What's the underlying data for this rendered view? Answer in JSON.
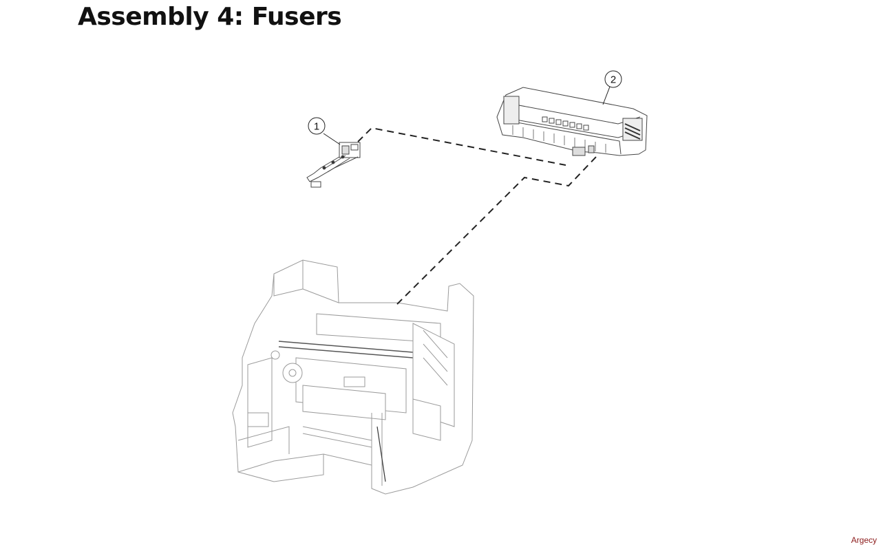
{
  "page": {
    "title": "Assembly 4: Fusers"
  },
  "callouts": [
    {
      "number": "1"
    },
    {
      "number": "2"
    }
  ],
  "footer": {
    "watermark": "Argecy"
  },
  "colors": {
    "line": "#222222",
    "part_outline": "#555555",
    "frame_outline": "#9a9a9a",
    "watermark": "#8b1a1a"
  }
}
